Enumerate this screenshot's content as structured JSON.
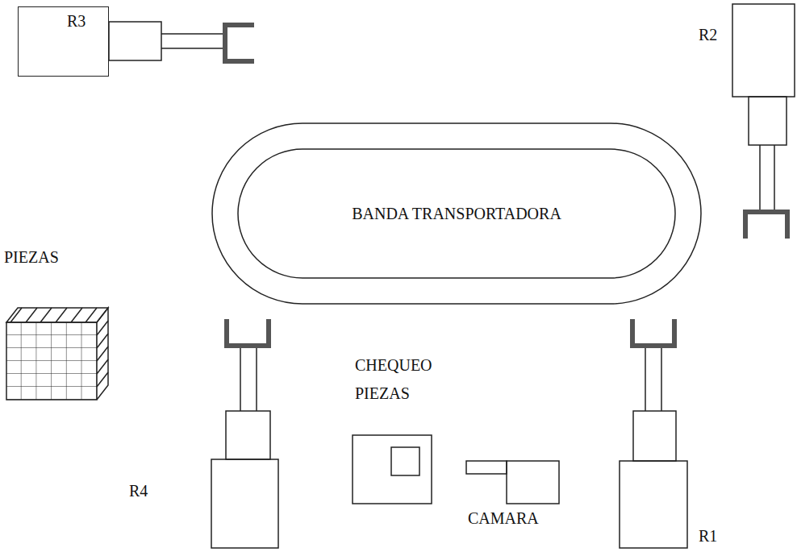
{
  "diagram": {
    "nodes": [
      {
        "text": [
          "R3"
        ]
      },
      {
        "text": [
          "BANDA TRANSPORTADORA"
        ]
      }
    ],
    "labels": [
      "R2",
      "PIEZAS",
      "CHEQUEO PIEZAS",
      "R4",
      "CAMARA",
      "R1"
    ]
  }
}
